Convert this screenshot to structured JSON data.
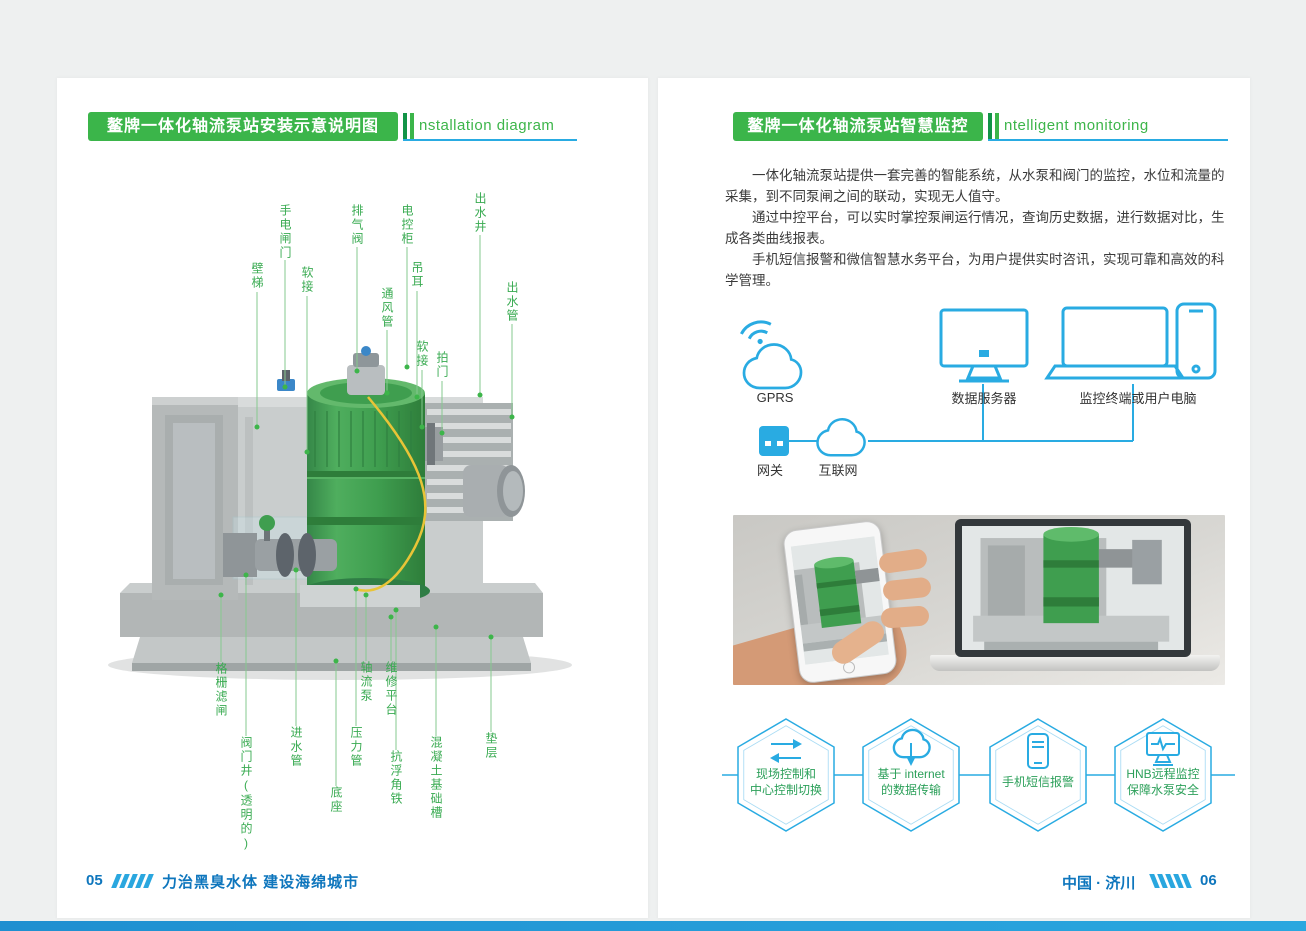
{
  "colors": {
    "brand_green": "#3bb54a",
    "accent_blue": "#29abe2",
    "footer_blue": "#0e76bd"
  },
  "left_page": {
    "title": "鳌牌一体化轴流泵站安装示意说明图",
    "subtitle": "nstallation diagram",
    "diagram_labels_top": [
      "手电闸门",
      "壁梯",
      "软接",
      "排气阀",
      "通风管",
      "电控柜",
      "吊耳",
      "软接",
      "出水井",
      "出水管",
      "拍门"
    ],
    "diagram_labels_bottom": [
      "格栅滤闸",
      "阀门井(透明的)",
      "进水管",
      "压力管",
      "底座",
      "轴流泵",
      "抗浮角铁",
      "维修平台",
      "混凝土基础槽",
      "垫层"
    ],
    "footer_page": "05",
    "footer_slogan": "力治黑臭水体  建设海绵城市"
  },
  "right_page": {
    "title": "鳌牌一体化轴流泵站智慧监控",
    "subtitle": "ntelligent monitoring",
    "paragraphs": [
      "一体化轴流泵站提供一套完善的智能系统，从水泵和阀门的监控，水位和流量的采集，到不同泵闸之间的联动，实现无人值守。",
      "通过中控平台，可以实时掌控泵闸运行情况，查询历史数据，进行数据对比，生成各类曲线报表。",
      "手机短信报警和微信智慧水务平台，为用户提供实时咨讯，实现可靠和高效的科学管理。"
    ],
    "network": {
      "gprs_label": "GPRS",
      "gateway_label": "网关",
      "internet_label": "互联网",
      "server_label": "数据服务器",
      "terminal_label": "监控终端或用户电脑"
    },
    "features": [
      {
        "line1": "现场控制和",
        "line2": "中心控制切换",
        "icon": "swap-arrows-icon"
      },
      {
        "line1": "基于 internet",
        "line2": "的数据传输",
        "icon": "cloud-transfer-icon"
      },
      {
        "line1": "手机短信报警",
        "line2": "",
        "icon": "phone-sms-icon"
      },
      {
        "line1": "HNB远程监控",
        "line2": "保障水泵安全",
        "icon": "remote-monitor-icon"
      }
    ],
    "footer_region": "中国 · 济川",
    "footer_page": "06"
  }
}
